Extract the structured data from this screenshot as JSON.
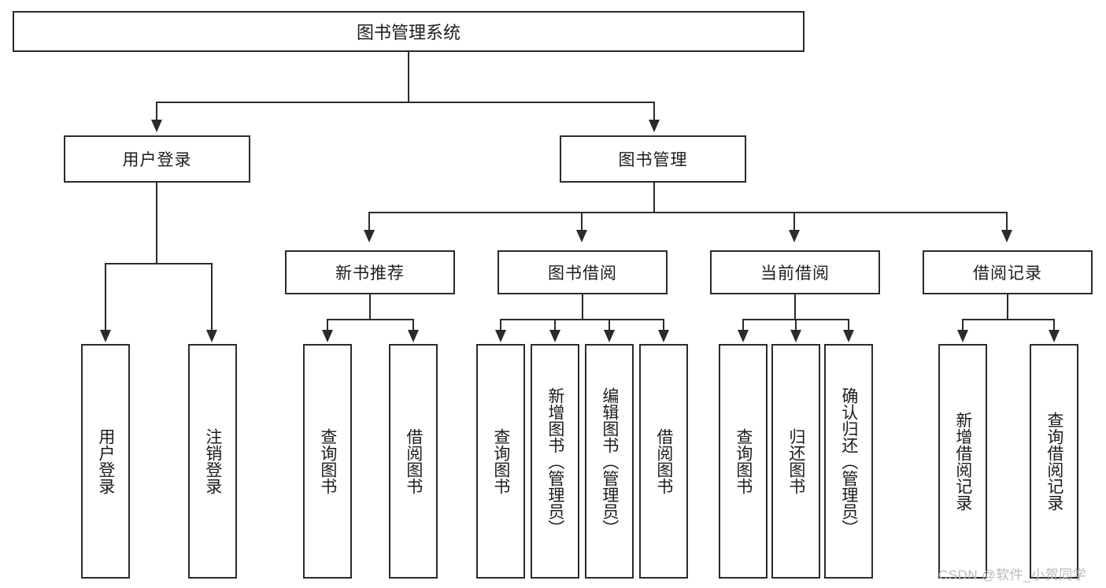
{
  "diagram": {
    "title": "图书管理系统",
    "type": "hierarchy-tree",
    "root": {
      "label": "图书管理系统"
    },
    "level2": [
      {
        "label": "用户登录"
      },
      {
        "label": "图书管理"
      }
    ],
    "level3": [
      {
        "label": "新书推荐"
      },
      {
        "label": "图书借阅"
      },
      {
        "label": "当前借阅"
      },
      {
        "label": "借阅记录"
      }
    ],
    "leaves": {
      "user_login": [
        {
          "label": "用户登录"
        },
        {
          "label": "注销登录"
        }
      ],
      "new_book_recommend": [
        {
          "label": "查询图书"
        },
        {
          "label": "借阅图书"
        }
      ],
      "book_borrow": [
        {
          "label": "查询图书"
        },
        {
          "label": "新增图书（管理员）"
        },
        {
          "label": "编辑图书（管理员）"
        },
        {
          "label": "借阅图书"
        }
      ],
      "current_borrow": [
        {
          "label": "查询图书"
        },
        {
          "label": "归还图书"
        },
        {
          "label": "确认归还（管理员）"
        }
      ],
      "borrow_record": [
        {
          "label": "新增借阅记录"
        },
        {
          "label": "查询借阅记录"
        }
      ]
    }
  },
  "watermark": {
    "text": "CSDN @软件_小贺同学"
  },
  "colors": {
    "stroke": "#2b2b2b",
    "background": "#ffffff",
    "text": "#1c1c1c",
    "watermark": "#b9b9b9"
  }
}
